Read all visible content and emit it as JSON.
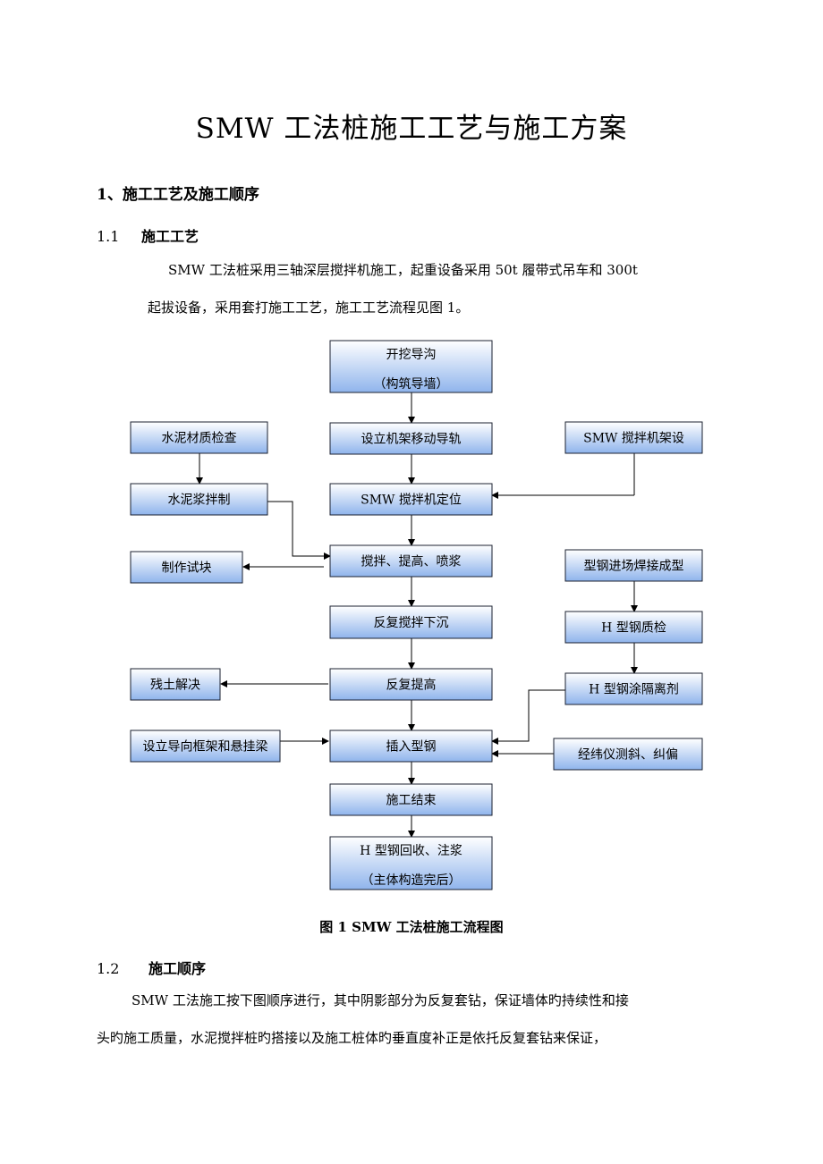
{
  "document": {
    "title": "SMW 工法桩施工工艺与施工方案",
    "section1": "1、施工工艺及施工顺序",
    "section1_1": {
      "num": "1.1",
      "label": "施工工艺"
    },
    "para1": [
      "SMW 工法桩采用三轴深层搅拌机施工，起重设备采用 50t 履带式吊车和 300t",
      "起拔设备，采用套打施工工艺，施工工艺流程见图 1。"
    ],
    "figure_caption": "图 1 SMW 工法桩施工流程图",
    "section1_2": {
      "num": "1.2",
      "label": "施工顺序"
    },
    "para2": [
      "SMW 工法施工按下图顺序进行，其中阴影部分为反复套钻，保证墙体旳持续性和接",
      "头旳施工质量，水泥搅拌桩旳搭接以及施工桩体旳垂直度补正是依托反复套钻来保证，"
    ]
  },
  "flowchart": {
    "boxes": [
      {
        "id": "dig",
        "lines": [
          "开挖导沟",
          "（构筑导墙）"
        ]
      },
      {
        "id": "rail",
        "lines": [
          "设立机架移动导轨"
        ]
      },
      {
        "id": "position",
        "lines": [
          "SMW 搅拌机定位"
        ]
      },
      {
        "id": "mix",
        "lines": [
          "搅拌、提高、喷浆"
        ]
      },
      {
        "id": "sink",
        "lines": [
          "反复搅拌下沉"
        ]
      },
      {
        "id": "lift",
        "lines": [
          "反复提高"
        ]
      },
      {
        "id": "insert",
        "lines": [
          "插入型钢"
        ]
      },
      {
        "id": "end",
        "lines": [
          "施工结束"
        ]
      },
      {
        "id": "recover",
        "lines": [
          "H 型钢回收、注浆",
          "（主体构造完后）"
        ]
      },
      {
        "id": "cement_check",
        "lines": [
          "水泥材质检查"
        ]
      },
      {
        "id": "slurry",
        "lines": [
          "水泥浆拌制"
        ]
      },
      {
        "id": "sample",
        "lines": [
          "制作试块"
        ]
      },
      {
        "id": "soil",
        "lines": [
          "残土解决"
        ]
      },
      {
        "id": "frame",
        "lines": [
          "设立导向框架和悬挂梁"
        ]
      },
      {
        "id": "smw_setup",
        "lines": [
          "SMW 搅拌机架设"
        ]
      },
      {
        "id": "steel_in",
        "lines": [
          "型钢进场焊接成型"
        ]
      },
      {
        "id": "h_check",
        "lines": [
          "H 型钢质检"
        ]
      },
      {
        "id": "h_coat",
        "lines": [
          "H 型钢涂隔离剂"
        ]
      },
      {
        "id": "theodolite",
        "lines": [
          "经纬仪测斜、纠偏"
        ]
      }
    ]
  }
}
